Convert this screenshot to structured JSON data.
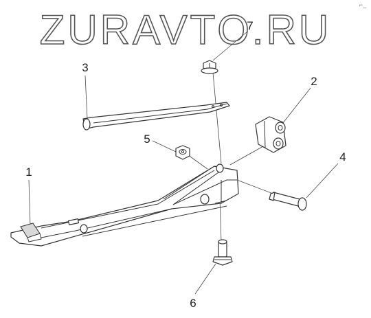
{
  "watermark": "ZURAVTO.RU",
  "corner_mark": "⌐_",
  "callouts": {
    "c1": "1",
    "c2": "2",
    "c3": "3",
    "c4": "4",
    "c5": "5",
    "c6": "6",
    "c7": "7"
  }
}
